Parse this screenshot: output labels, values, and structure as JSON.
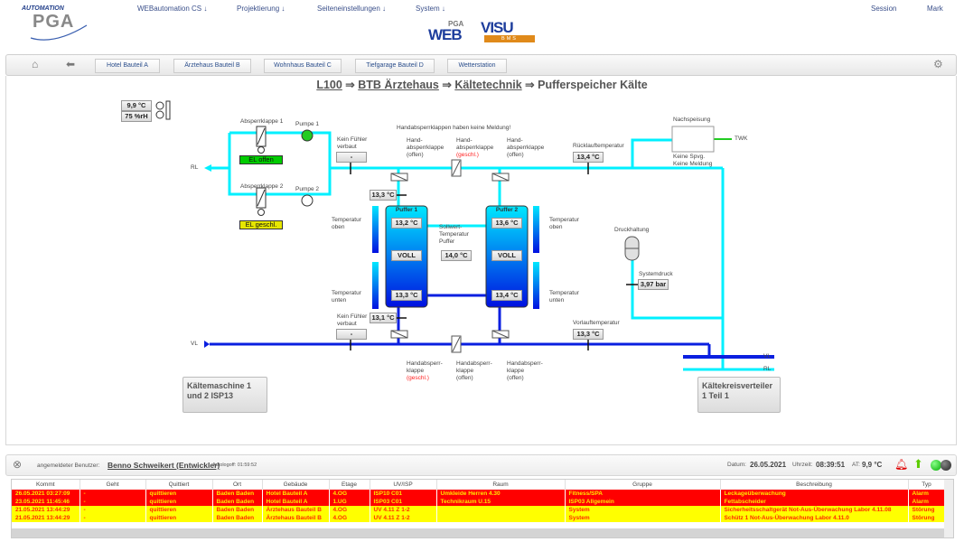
{
  "header": {
    "logo_top_text": "AUTOMATION",
    "logo_main_text": "PGA",
    "center_logo": {
      "pga": "PGA",
      "web": "WEB",
      "visu": "VISU",
      "bms": "BMS"
    },
    "menu": [
      {
        "label": "WEBautomation CS ↓"
      },
      {
        "label": "Projektierung ↓"
      },
      {
        "label": "Seiteneinstellungen ↓"
      },
      {
        "label": "System ↓"
      }
    ],
    "right_links": [
      {
        "label": "Session"
      },
      {
        "label": "Mark"
      }
    ]
  },
  "navbar": {
    "home_icon": "home-icon",
    "back_icon": "arrow-left-icon",
    "buttons": [
      {
        "label": "Hotel Bauteil A"
      },
      {
        "label": "Ärztehaus Bauteil B"
      },
      {
        "label": "Wohnhaus Bauteil C"
      },
      {
        "label": "Tiefgarage Bauteil D"
      },
      {
        "label": "Wetterstation"
      }
    ],
    "settings_icon": "gear-icon"
  },
  "breadcrumb": {
    "items": [
      "L100",
      "BTB Ärztehaus",
      "Kältetechnik"
    ],
    "separator": "⇒",
    "current": "Pufferspeicher Kälte"
  },
  "outdoor": {
    "temp": "9,9 °C",
    "humidity": "75 %rH"
  },
  "schematic": {
    "absperrklappe1": {
      "label": "Absperrklappe 1",
      "status": "EL offen",
      "color": "#00cc00"
    },
    "absperrklappe2": {
      "label": "Absperrklappe 2",
      "status": "EL geschl.",
      "color": "#e6e600"
    },
    "pumpe1": {
      "label": "Pumpe 1",
      "state_color": "#22cc22"
    },
    "pumpe2": {
      "label": "Pumpe 2",
      "state_color": "#ffffff"
    },
    "rl_label": "RL",
    "vl_label": "VL",
    "sensor_top": {
      "label": "Kein Fühler verbaut",
      "value": "-"
    },
    "sensor_bottom": {
      "label": "Kein Fühler verbaut",
      "value": "-"
    },
    "hand_note": "Handabsperrklappen haben keine Meldung!",
    "hand_top": [
      {
        "label": "Hand-absperrklappe",
        "state": "(offen)",
        "closed": false
      },
      {
        "label": "Hand-absperrklappe",
        "state": "(geschl.)",
        "closed": true
      },
      {
        "label": "Hand-absperrklappe",
        "state": "(offen)",
        "closed": false
      }
    ],
    "hand_bottom": [
      {
        "label": "Handabsperr-klappe",
        "state": "(geschl.)",
        "closed": true
      },
      {
        "label": "Handabsperr-klappe",
        "state": "(offen)",
        "closed": false
      },
      {
        "label": "Handabsperr-klappe",
        "state": "(offen)",
        "closed": false
      }
    ],
    "puffer1_inlet_temp": "13,3 °C",
    "puffer1_outlet_temp": "13,1 °C",
    "puffer1": {
      "title": "Puffer 1",
      "top": "13,2 °C",
      "state": "VOLL",
      "bottom": "13,3 °C"
    },
    "puffer2": {
      "title": "Puffer 2",
      "top": "13,6 °C",
      "state": "VOLL",
      "bottom": "13,4 °C"
    },
    "sollwert": {
      "label": "Sollwert-Temperatur Puffer",
      "value": "14,0 °C"
    },
    "temp_oben_label": "Temperatur oben",
    "temp_unten_label": "Temperatur unten",
    "ruecklauf": {
      "label": "Rücklauftemperatur",
      "value": "13,4 °C"
    },
    "vorlauf": {
      "label": "Vorlauftemperatur",
      "value": "13,3 °C"
    },
    "nachspeisung": {
      "label": "Nachspeisung",
      "status1": "Keine Spvg.",
      "status2": "Keine Meldung",
      "twk": "TWK"
    },
    "druckhaltung": {
      "label": "Druckhaltung"
    },
    "systemdruck": {
      "label": "Systemdruck",
      "value": "3,97 bar"
    },
    "kaeltemaschine_btn": "Kältemaschine 1 und 2 ISP13",
    "verteiler_btn": "Kältekreisverteiler 1 Teil 1",
    "verteiler_vl": "VL",
    "verteiler_rl": "RL"
  },
  "status": {
    "user_label": "angemeldeter Benutzer:",
    "user_name": "Benno Schweikert (Entwickler)",
    "autologoff": "Autologoff: 01:59:52",
    "datum_label": "Datum:",
    "datum": "26.05.2021",
    "uhrzeit_label": "Uhrzeit:",
    "uhrzeit": "08:39:51",
    "at_label": "AT:",
    "at_value": "9,9 °C"
  },
  "alarms": {
    "columns": [
      "Kommt",
      "Geht",
      "Quittiert",
      "Ort",
      "Gebäude",
      "Etage",
      "UV/ISP",
      "Raum",
      "Gruppe",
      "Beschreibung",
      "Typ"
    ],
    "rows": [
      {
        "kind": "alarm",
        "cells": [
          "26.05.2021 03:27:09",
          "-",
          "quittieren",
          "Baden Baden",
          "Hotel Bauteil A",
          "4.OG",
          "ISP10 C01",
          "Umkleide Herren 4.30",
          "Fitness/SPA",
          "Leckageüberwachung",
          "Alarm"
        ]
      },
      {
        "kind": "alarm",
        "cells": [
          "23.05.2021 11:45:46",
          "-",
          "quittieren",
          "Baden Baden",
          "Hotel Bauteil A",
          "1.UG",
          "ISP03 C01",
          "Technikraum U.15",
          "ISP03 Allgemein",
          "Fettabscheider",
          "Alarm"
        ]
      },
      {
        "kind": "stoer",
        "cells": [
          "21.05.2021 13:44:29",
          "-",
          "quittieren",
          "Baden Baden",
          "Ärztehaus Bauteil B",
          "4.OG",
          "UV 4.11 Z 1-2",
          "",
          "System",
          "Sicherheitsschaltgerät Not-Aus-Überwachung Labor 4.11.08",
          "Störung"
        ]
      },
      {
        "kind": "stoer",
        "cells": [
          "21.05.2021 13:44:29",
          "-",
          "quittieren",
          "Baden Baden",
          "Ärztehaus Bauteil B",
          "4.OG",
          "UV 4.11 Z 1-2",
          "",
          "System",
          "Schütz 1 Not-Aus-Überwachung Labor 4.11.0",
          "Störung"
        ]
      }
    ]
  }
}
